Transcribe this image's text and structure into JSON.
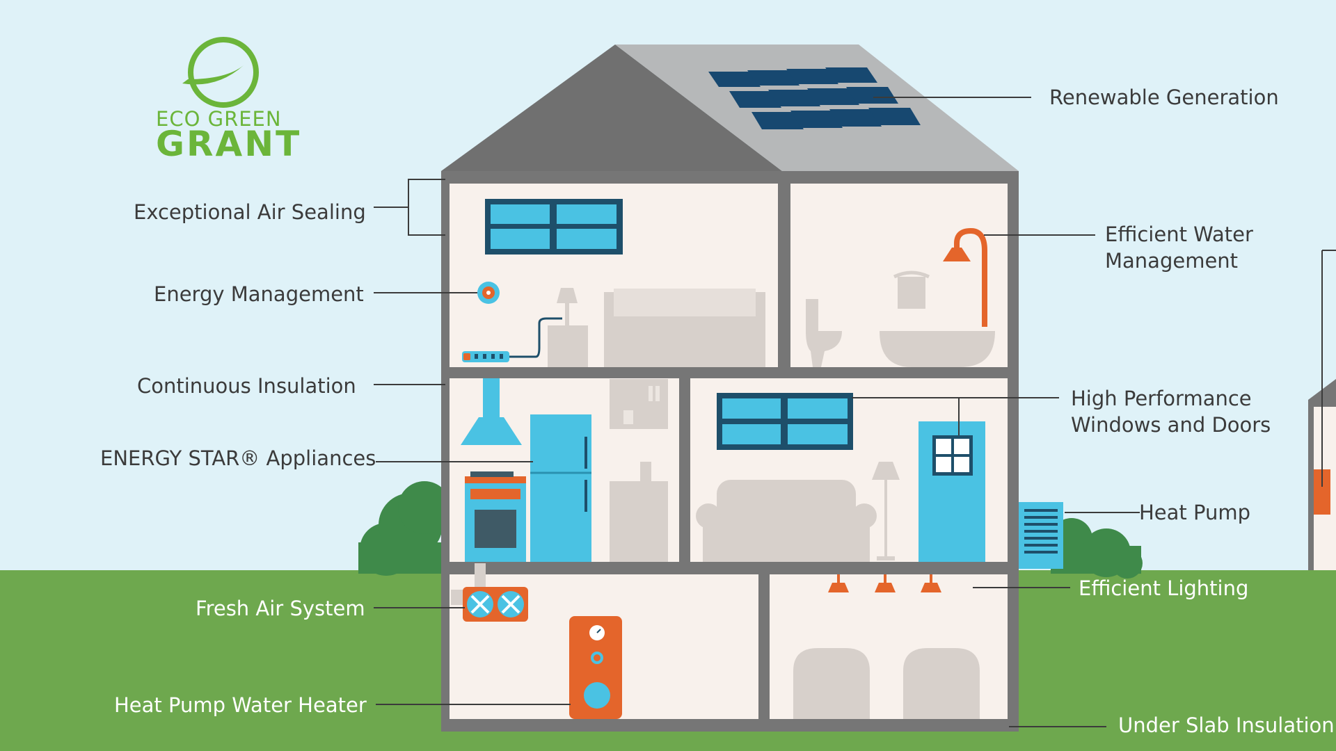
{
  "logo": {
    "line1": "ECO GREEN",
    "line2": "GRANT"
  },
  "labels": {
    "renewable_generation": "Renewable Generation",
    "air_sealing": "Exceptional Air Sealing",
    "water_management_1": "Efficient Water",
    "water_management_2": "Management",
    "energy_management": "Energy Management",
    "continuous_insulation": "Continuous Insulation",
    "windows_doors_1": "High Performance",
    "windows_doors_2": "Windows and Doors",
    "energy_star": "ENERGY STAR® Appliances",
    "heat_pump": "Heat Pump",
    "efficient_lighting": "Efficient Lighting",
    "fresh_air": "Fresh Air System",
    "water_heater": "Heat Pump Water Heater",
    "under_slab": "Under Slab Insulation"
  },
  "colors": {
    "sky": "#dff2f8",
    "grass": "#6ea84e",
    "trees": "#3f8a4a",
    "roof_dark": "#707070",
    "roof_light": "#b6b8b9",
    "walls": "#767676",
    "interior": "#f8f1ec",
    "furniture": "#d7d0cb",
    "appliance_blue": "#4ac2e3",
    "window_frame": "#1e4f6a",
    "solar_panel": "#174870",
    "accent_orange": "#e4652b",
    "logo_green": "#6bb53a"
  }
}
